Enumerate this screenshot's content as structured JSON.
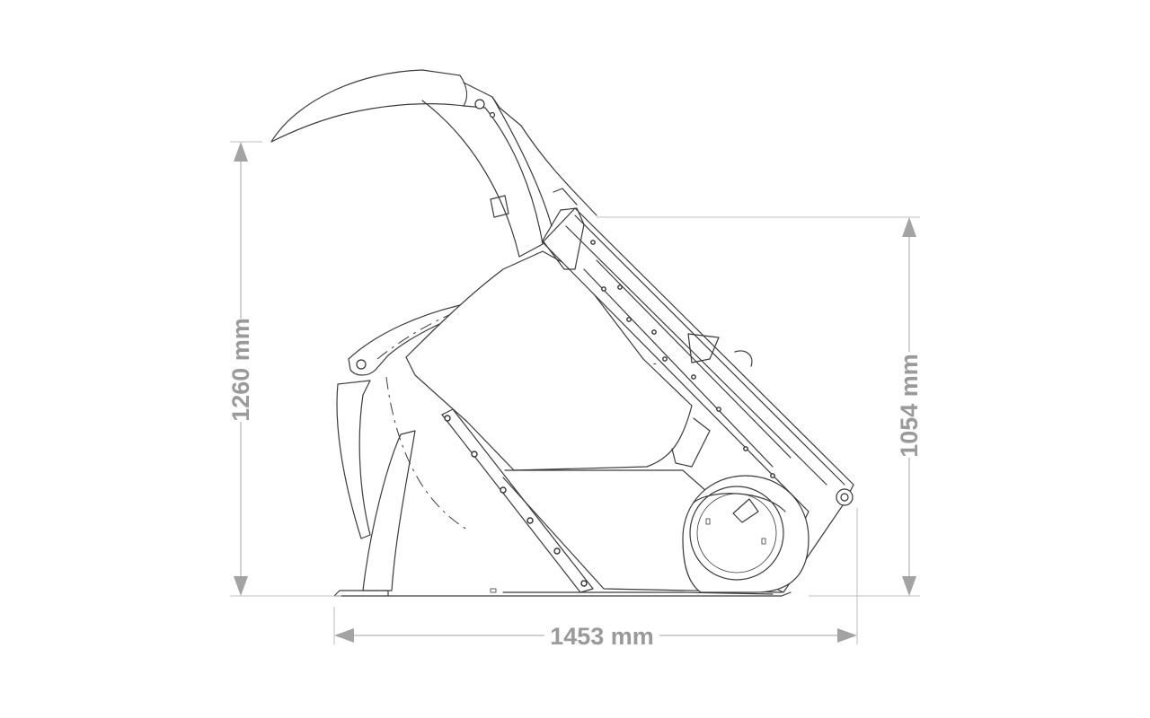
{
  "dimensions": {
    "total_height": "1260 mm",
    "bucket_height": "1054 mm",
    "width": "1453 mm"
  },
  "colors": {
    "dimension": "#a3a3a3",
    "outline": "#3b3b3b",
    "background": "#ffffff"
  }
}
